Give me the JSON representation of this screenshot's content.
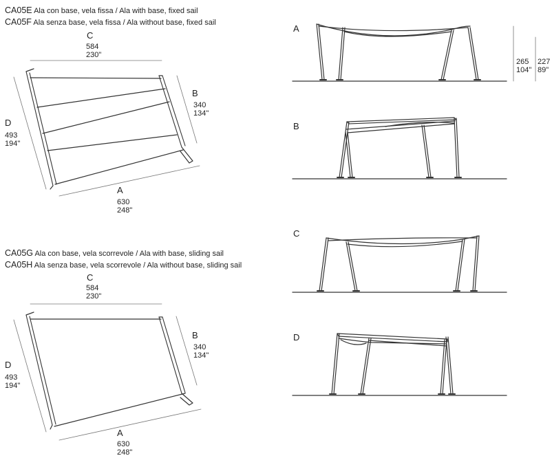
{
  "top_section": {
    "line1_code": "CA05E",
    "line1_desc": "Ala con base, vela fissa / Ala with base, fixed sail",
    "line2_code": "CA05F",
    "line2_desc": "Ala senza base, vela fissa / Ala without base, fixed sail",
    "dims": {
      "C": {
        "letter": "C",
        "cm": "584",
        "in": "230\""
      },
      "B": {
        "letter": "B",
        "cm": "340",
        "in": "134\""
      },
      "D": {
        "letter": "D",
        "cm": "493",
        "in": "194\""
      },
      "A": {
        "letter": "A",
        "cm": "630",
        "in": "248\""
      }
    }
  },
  "bottom_section": {
    "line1_code": "CA05G",
    "line1_desc": "Ala con base, vela scorrevole / Ala with base, sliding sail",
    "line2_code": "CA05H",
    "line2_desc": "Ala senza base, vela scorrevole / Ala without base, sliding sail",
    "dims": {
      "C": {
        "letter": "C",
        "cm": "584",
        "in": "230\""
      },
      "B": {
        "letter": "B",
        "cm": "340",
        "in": "134\""
      },
      "D": {
        "letter": "D",
        "cm": "493",
        "in": "194\""
      },
      "A": {
        "letter": "A",
        "cm": "630",
        "in": "248\""
      }
    }
  },
  "elevations": {
    "A": "A",
    "B": "B",
    "C": "C",
    "D": "D"
  },
  "heights": {
    "h1_cm": "265",
    "h1_in": "104\"",
    "h2_cm": "227",
    "h2_in": "89\""
  }
}
